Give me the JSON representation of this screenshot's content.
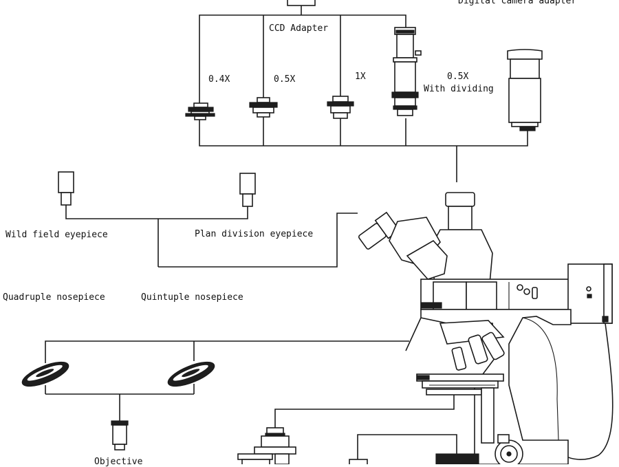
{
  "labels": {
    "camera_adapter": "Digital camera adapter",
    "ccd_adapter": "CCD Adapter",
    "mag_04": "0.4X",
    "mag_05": "0.5X",
    "mag_1": "1X",
    "mag_05_dividing_line1": "0.5X",
    "mag_05_dividing_line2": "With dividing",
    "wide_field_eyepiece": "Wild field eyepiece",
    "plan_division_eyepiece": "Plan division eyepiece",
    "quadruple_nosepiece": "Quadruple nosepiece",
    "quintuple_nosepiece": "Quintuple nosepiece",
    "objective": "Objective"
  },
  "colors": {
    "line": "#1a1a1a",
    "background": "#ffffff"
  }
}
